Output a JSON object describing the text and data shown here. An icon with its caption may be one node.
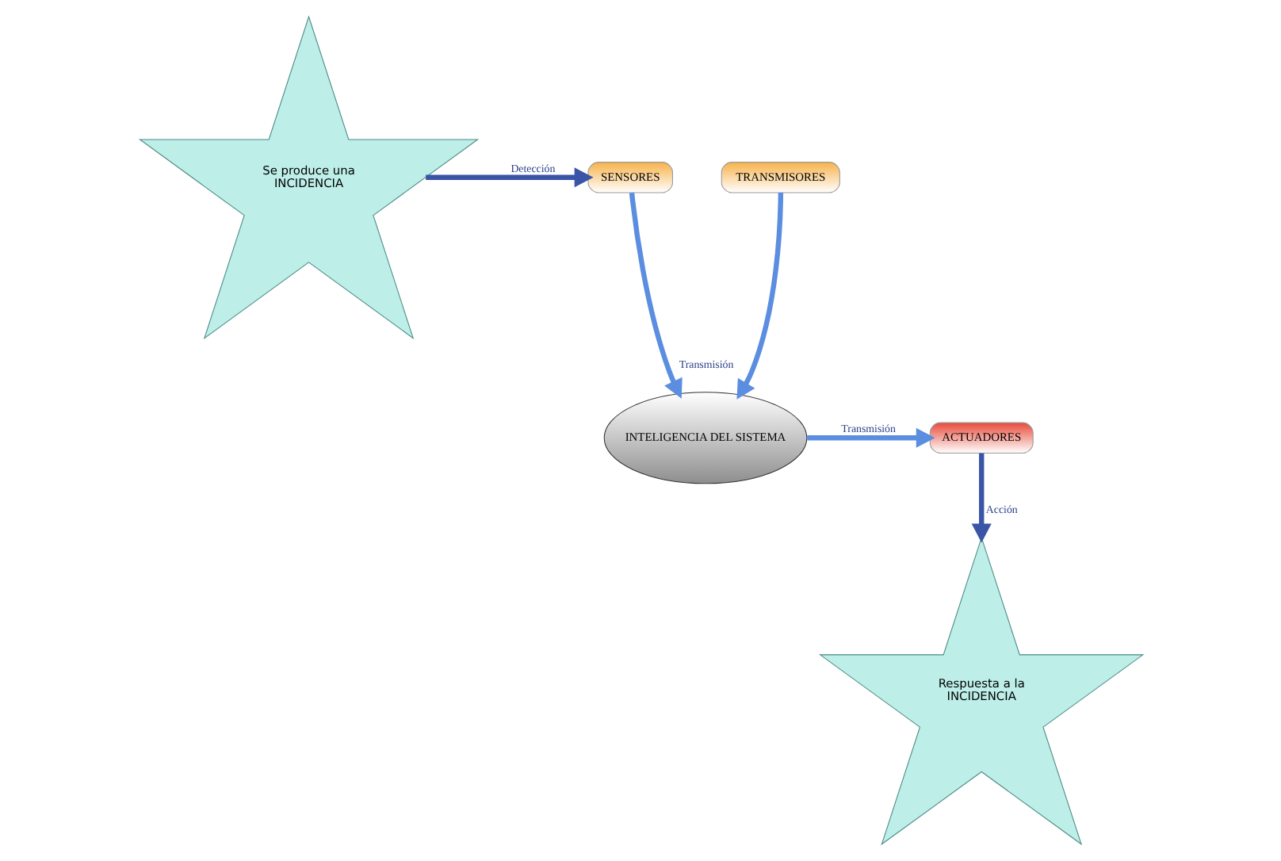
{
  "diagram": {
    "nodes": [
      {
        "text": [
          "Se produce una",
          "INCIDENCIA"
        ]
      },
      {
        "text": [
          "SENSORES"
        ]
      },
      {
        "text": [
          "TRANSMISORES"
        ]
      },
      {
        "text": [
          "ACTUADORES"
        ]
      },
      {
        "text": [
          "INTELIGENCIA DEL SISTEMA"
        ]
      },
      {
        "text": [
          "Respuesta a la",
          "INCIDENCIA"
        ]
      }
    ],
    "edges": [
      {
        "from": 0,
        "to": 1,
        "arrow": "to",
        "label": "Detección",
        "color": "#3a55a8"
      },
      {
        "from": 1,
        "to": 4,
        "arrow": "to",
        "label": "Transmisión"
      },
      {
        "from": 2,
        "to": 4,
        "arrow": "to"
      },
      {
        "from": 4,
        "to": 3,
        "arrow": "to",
        "label": "Transmisión"
      },
      {
        "from": 3,
        "to": 5,
        "arrow": "to",
        "label": "Acción",
        "color": "#3a55a8"
      }
    ]
  }
}
